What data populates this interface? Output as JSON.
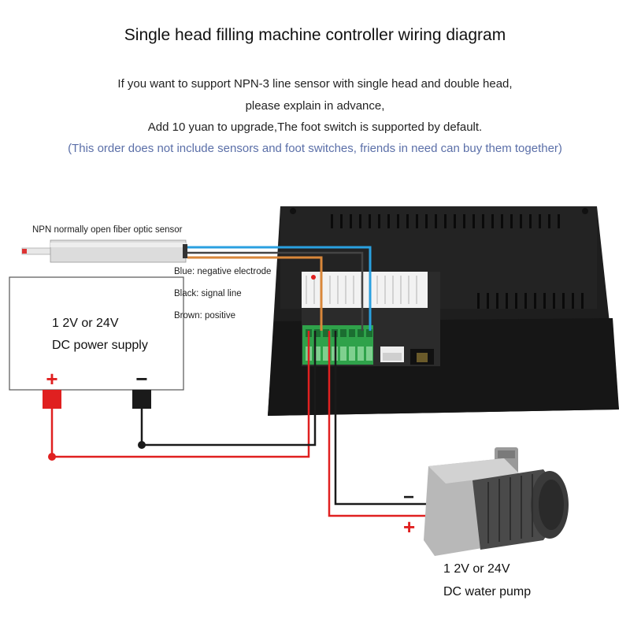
{
  "title": "Single head filling machine controller wiring diagram",
  "notes": {
    "line1": "If you want to support NPN-3 line sensor with single head and double head,",
    "line2": "please explain in advance,",
    "line3": "Add 10 yuan to upgrade,The foot switch is supported by default.",
    "line4": "(This order does not include sensors and foot switches, friends in need can buy them together)"
  },
  "sensor": {
    "label": "NPN normally open fiber optic sensor",
    "wires": {
      "blue": "Blue: negative electrode",
      "black": "Black: signal line",
      "brown": "Brown: positive"
    }
  },
  "power_supply": {
    "line1": "1 2V or 24V",
    "line2": "DC power supply",
    "plus": "+",
    "minus": "−"
  },
  "pump": {
    "line1": "1 2V or 24V",
    "line2": "DC water pump",
    "plus": "+",
    "minus": "−"
  },
  "colors": {
    "red_wire": "#e02020",
    "black_wire": "#1a1a1a",
    "blue_wire": "#2aa0e0",
    "brown_wire": "#d9873a",
    "note_blue": "#5b6fa8",
    "terminal_green": "#2fa24a"
  }
}
